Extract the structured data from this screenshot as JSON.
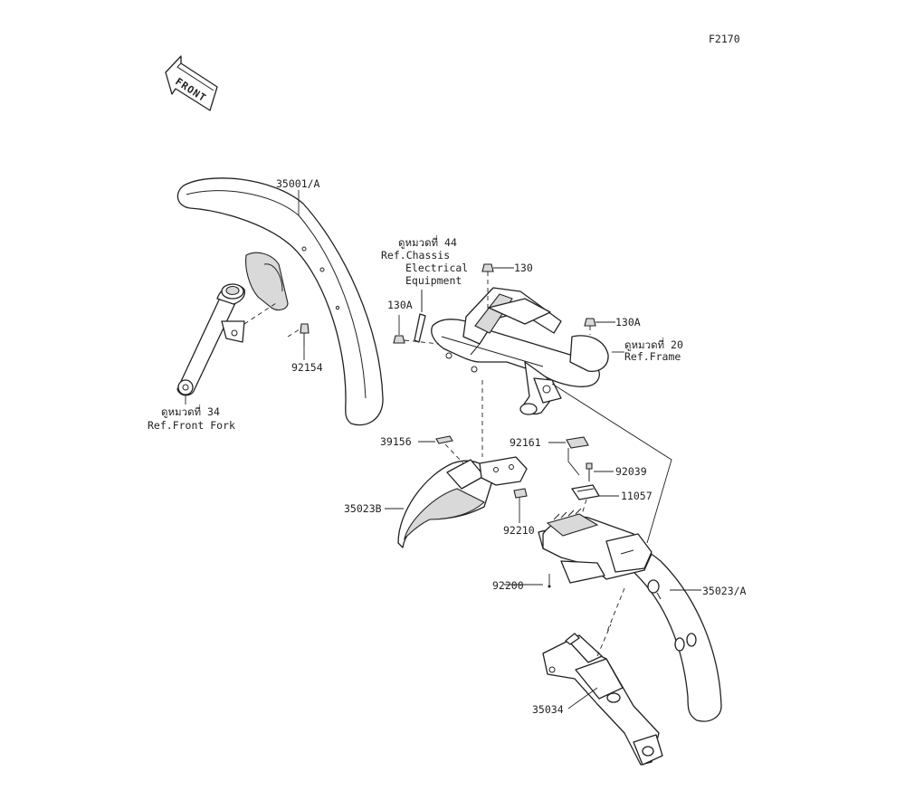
{
  "figure_code": "F2170",
  "front_arrow": {
    "label": "FRONT",
    "icon": "front-direction-arrow-icon"
  },
  "references": {
    "chassis": {
      "thai": "ดูหมวดที่ 44",
      "line1": "Ref.Chassis",
      "line2": "Electrical",
      "line3": "Equipment"
    },
    "frame": {
      "thai": "ดูหมวดที่ 20",
      "line1": "Ref.Frame"
    },
    "front_fork": {
      "thai": "ดูหมวดที่ 34",
      "line1": "Ref.Front Fork"
    }
  },
  "part_labels": {
    "p35001A": "35001/A",
    "p92154": "92154",
    "p130": "130",
    "p130A_left": "130A",
    "p130A_right": "130A",
    "p39156": "39156",
    "p35023B": "35023B",
    "p92210": "92210",
    "p92161": "92161",
    "p92039": "92039",
    "p11057": "11057",
    "p92200": "92200",
    "p35023A": "35023/A",
    "p35034": "35034"
  },
  "colors": {
    "line": "#222222",
    "shade": "#d9d9d9",
    "background": "#ffffff"
  }
}
